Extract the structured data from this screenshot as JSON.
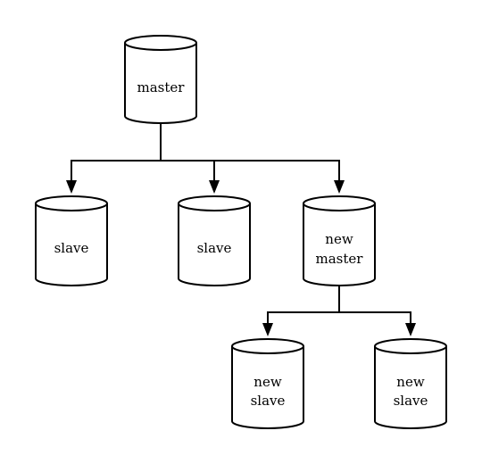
{
  "nodes": [
    {
      "id": "master",
      "lines": [
        "master"
      ]
    },
    {
      "id": "slave-1",
      "lines": [
        "slave"
      ]
    },
    {
      "id": "slave-2",
      "lines": [
        "slave"
      ]
    },
    {
      "id": "new-master",
      "lines": [
        "new",
        "master"
      ]
    },
    {
      "id": "new-slave-1",
      "lines": [
        "new",
        "slave"
      ]
    },
    {
      "id": "new-slave-2",
      "lines": [
        "new",
        "slave"
      ]
    }
  ],
  "edges": [
    {
      "from": "master",
      "to": "slave-1"
    },
    {
      "from": "master",
      "to": "slave-2"
    },
    {
      "from": "master",
      "to": "new-master"
    },
    {
      "from": "new-master",
      "to": "new-slave-1"
    },
    {
      "from": "new-master",
      "to": "new-slave-2"
    }
  ]
}
